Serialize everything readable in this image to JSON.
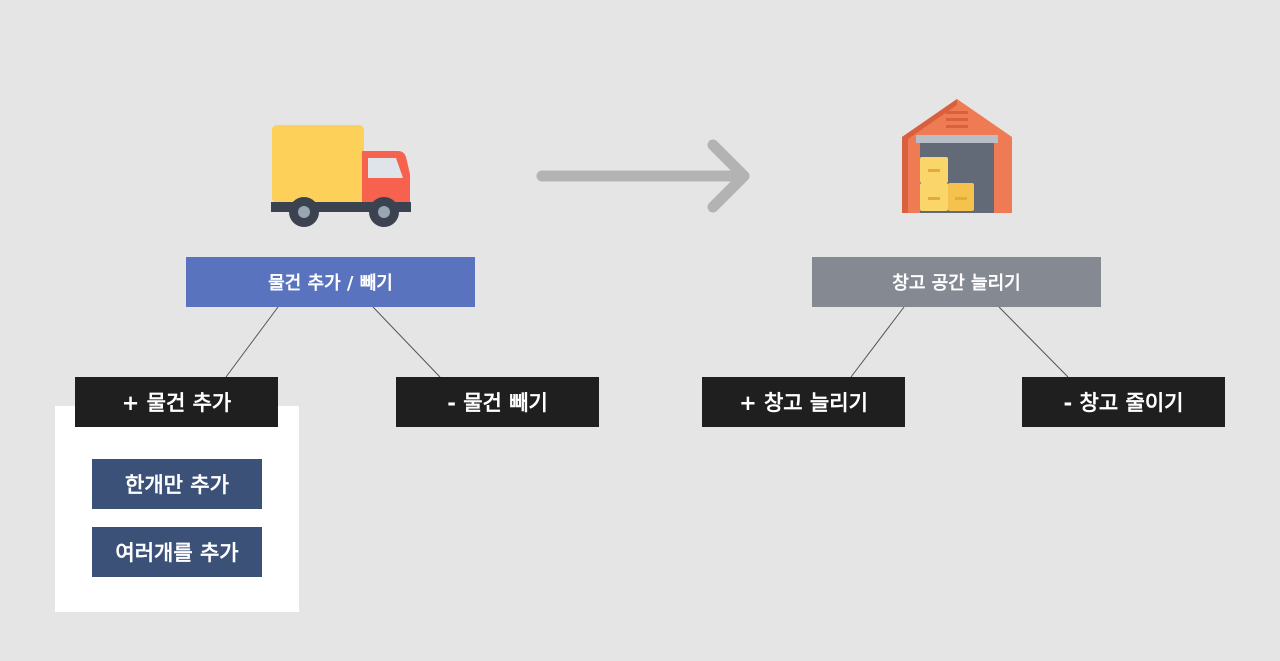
{
  "left": {
    "icon": "truck-icon",
    "main_label": "물건 추가 / 빼기",
    "add_label": "+ 물건 추가",
    "remove_label": "- 물건 빼기",
    "add_options": [
      "한개만 추가",
      "여러개를 추가"
    ]
  },
  "arrow_icon": "arrow-right-icon",
  "right": {
    "icon": "warehouse-icon",
    "main_label": "창고 공간 늘리기",
    "increase_label": "+ 창고 늘리기",
    "decrease_label": "- 창고 줄이기"
  },
  "colors": {
    "background": "#e5e5e5",
    "main_blue": "#5a73be",
    "main_gray": "#858992",
    "button_black": "#1f1f1f",
    "option_navy": "#3b5178",
    "truck_cargo": "#fdd05a",
    "truck_cab": "#f7624e",
    "warehouse_wall": "#ef7b54",
    "arrow": "#b3b3b3"
  }
}
